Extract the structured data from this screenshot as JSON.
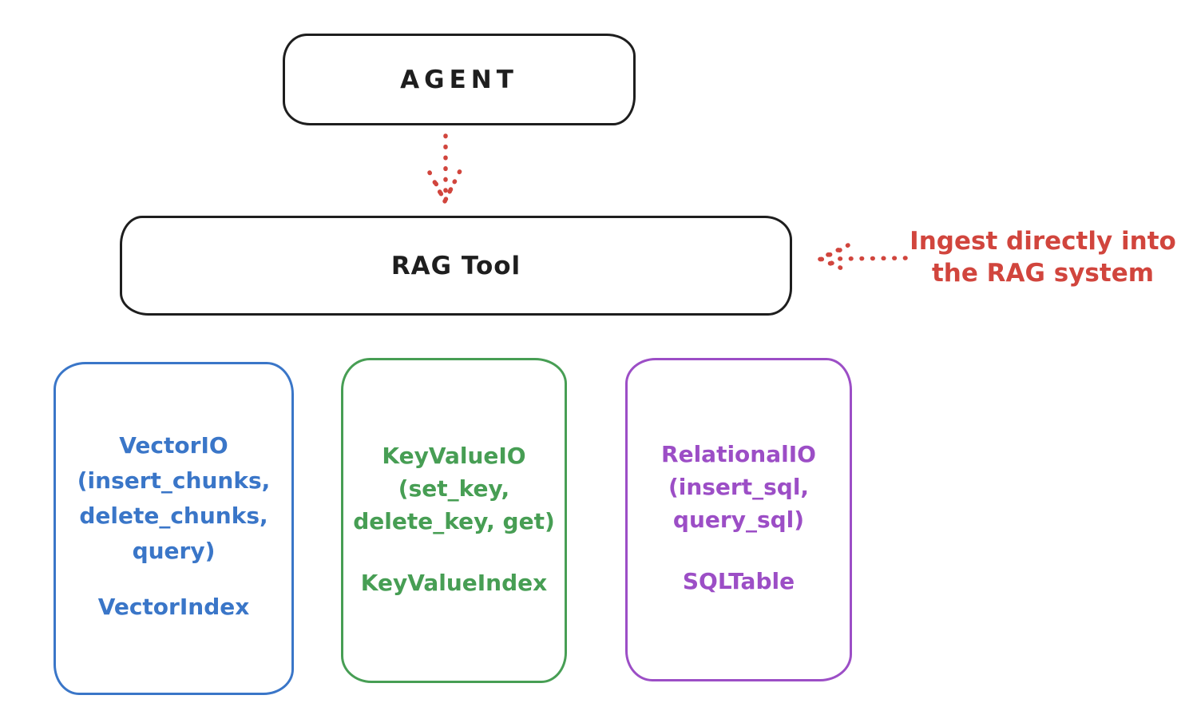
{
  "agent_box": {
    "label": "AGENT"
  },
  "rag_tool_box": {
    "label": "RAG Tool"
  },
  "annotation": {
    "line1": "Ingest directly into",
    "line2": "the RAG system"
  },
  "arrows": {
    "agent_to_rag": "dotted-arrow-down",
    "annotation_to_rag": "dotted-arrow-left"
  },
  "io_boxes": {
    "vector": {
      "title": "VectorIO",
      "methods": [
        "(insert_chunks,",
        "delete_chunks,",
        "query)"
      ],
      "index": "VectorIndex",
      "color": "#3a76c8"
    },
    "keyvalue": {
      "title": "KeyValueIO",
      "methods": [
        "(set_key,",
        "delete_key, get)"
      ],
      "index": "KeyValueIndex",
      "color": "#479e54"
    },
    "relational": {
      "title": "RelationalIO",
      "methods": [
        "(insert_sql,",
        "query_sql)"
      ],
      "index": "SQLTable",
      "color": "#9c4ec6"
    }
  },
  "colors": {
    "stroke": "#1e1e1e",
    "red": "#d1453d",
    "blue": "#3a76c8",
    "green": "#479e54",
    "purple": "#9c4ec6",
    "background": "#ffffff"
  }
}
